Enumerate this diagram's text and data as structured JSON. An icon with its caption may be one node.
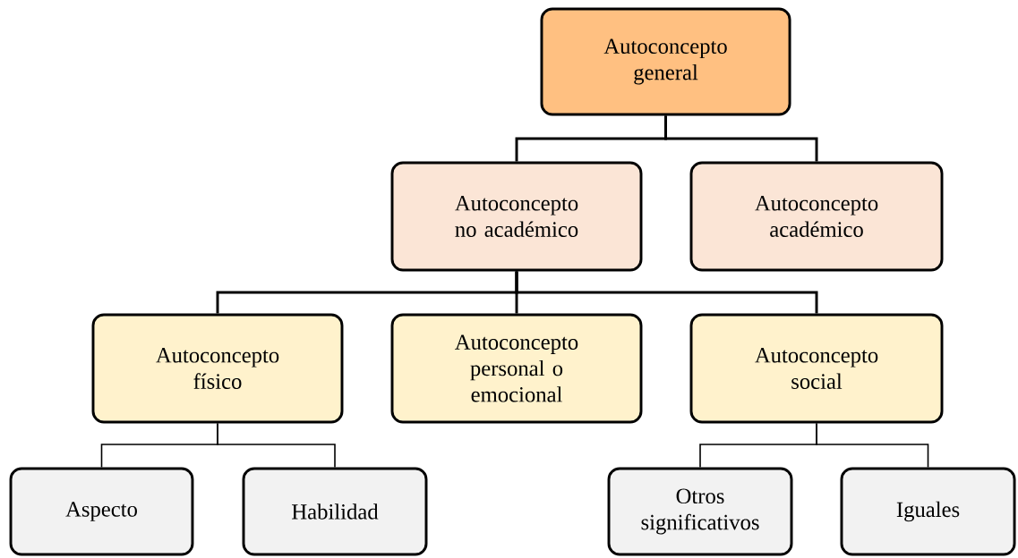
{
  "diagram": {
    "nodes": [
      {
        "text": [
          "Autoconcepto general"
        ]
      },
      {
        "text": [
          "Autoconcepto no académico"
        ]
      },
      {
        "text": [
          "Autoconcepto académico"
        ]
      },
      {
        "text": [
          "Autoconcepto físico"
        ]
      },
      {
        "text": [
          "Autoconcepto personal o emocional"
        ]
      },
      {
        "text": [
          "Autoconcepto social"
        ]
      },
      {
        "text": [
          "Aspecto"
        ]
      },
      {
        "text": [
          "Habilidad"
        ]
      },
      {
        "text": [
          "Otros significativos"
        ]
      },
      {
        "text": [
          "Iguales"
        ]
      }
    ],
    "edges": [
      {
        "from": 0,
        "to": 1,
        "arrow": "none"
      },
      {
        "from": 0,
        "to": 2,
        "arrow": "none"
      },
      {
        "from": 1,
        "to": 3,
        "arrow": "none"
      },
      {
        "from": 1,
        "to": 4,
        "arrow": "none"
      },
      {
        "from": 1,
        "to": 5,
        "arrow": "none"
      },
      {
        "from": 3,
        "to": 6,
        "arrow": "none"
      },
      {
        "from": 3,
        "to": 7,
        "arrow": "none"
      },
      {
        "from": 5,
        "to": 8,
        "arrow": "none"
      },
      {
        "from": 5,
        "to": 9,
        "arrow": "none"
      }
    ]
  }
}
